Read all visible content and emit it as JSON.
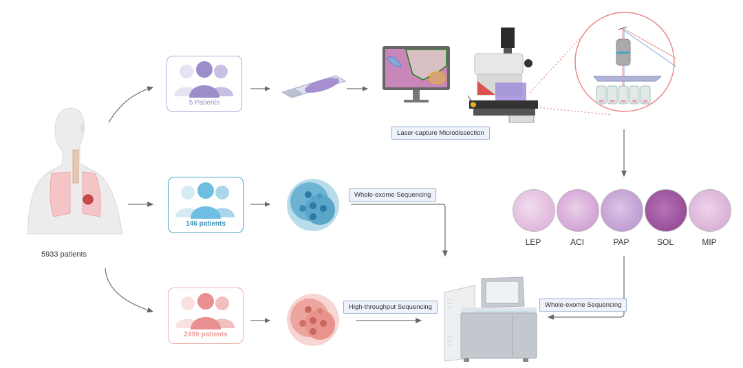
{
  "source": {
    "total_label": "5933 patients",
    "icon": "human-torso-lungs-tumor-icon"
  },
  "cohorts": [
    {
      "id": "lcm",
      "label": "5 Patients",
      "color": "#9b8ec9",
      "light": "#e6e2f1",
      "mid": "#c8bfe2"
    },
    {
      "id": "wes",
      "label": "146 patients",
      "color": "#4aa3c9",
      "light": "#d5ebf4",
      "mid": "#a9d6ea"
    },
    {
      "id": "hts",
      "label": "2499 patients",
      "color": "#e8908f",
      "light": "#f9e1e0",
      "mid": "#f2bfbe"
    }
  ],
  "steps": {
    "lcm_label": "Laser-capture Microdissection",
    "wes_label_top": "Whole-exome Sequencing",
    "hts_label": "High-throughput Sequencing",
    "wes_label_right": "Whole-exome Sequencing"
  },
  "subtypes": [
    {
      "label": "LEP",
      "tone": "#d9a9d4"
    },
    {
      "label": "ACI",
      "tone": "#c98fcc"
    },
    {
      "label": "PAP",
      "tone": "#b58cc9"
    },
    {
      "label": "SOL",
      "tone": "#9a4f9a"
    },
    {
      "label": "MIP",
      "tone": "#d3a3cf"
    }
  ],
  "icons": {
    "slide": "glass-slide-icon",
    "monitor": "histology-monitor-icon",
    "microscope": "lcm-microscope-icon",
    "zoom_detail": "laser-objective-tubes-icon",
    "tumor_blue": "tumor-cells-blue-icon",
    "tumor_red": "tumor-cells-red-icon",
    "sequencer": "sequencer-machine-icon"
  }
}
